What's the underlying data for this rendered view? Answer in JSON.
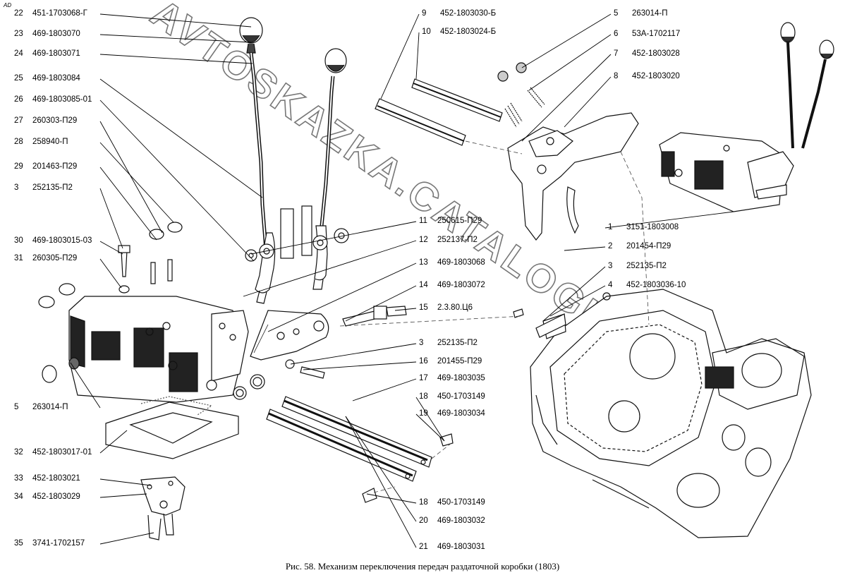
{
  "corner_mark": "AD",
  "caption": "Рис. 58. Механизм переключения передач раздаточной коробки (1803)",
  "watermark": "AVTOSKAZKA.CATALOGUE",
  "callouts_left": [
    {
      "num": "22",
      "part": "451-1703068-Г"
    },
    {
      "num": "23",
      "part": "469-1803070"
    },
    {
      "num": "24",
      "part": "469-1803071"
    },
    {
      "num": "25",
      "part": "469-1803084"
    },
    {
      "num": "26",
      "part": "469-1803085-01"
    },
    {
      "num": "27",
      "part": "260303-П29"
    },
    {
      "num": "28",
      "part": "258940-П"
    },
    {
      "num": "29",
      "part": "201463-П29"
    },
    {
      "num": "3",
      "part": "252135-П2"
    },
    {
      "num": "30",
      "part": "469-1803015-03"
    },
    {
      "num": "31",
      "part": "260305-П29"
    },
    {
      "num": "5",
      "part": "263014-П"
    },
    {
      "num": "32",
      "part": "452-1803017-01"
    },
    {
      "num": "33",
      "part": "452-1803021"
    },
    {
      "num": "34",
      "part": "452-1803029"
    },
    {
      "num": "35",
      "part": "3741-1702157"
    }
  ],
  "callouts_top_middle": [
    {
      "num": "9",
      "part": "452-1803030-Б"
    },
    {
      "num": "10",
      "part": "452-1803024-Б"
    }
  ],
  "callouts_top_right": [
    {
      "num": "5",
      "part": "263014-П"
    },
    {
      "num": "6",
      "part": "53А-1702117"
    },
    {
      "num": "7",
      "part": "452-1803028"
    },
    {
      "num": "8",
      "part": "452-1803020"
    }
  ],
  "callouts_center": [
    {
      "num": "11",
      "part": "250615-П29"
    },
    {
      "num": "12",
      "part": "252137-П2"
    },
    {
      "num": "13",
      "part": "469-1803068"
    },
    {
      "num": "14",
      "part": "469-1803072"
    },
    {
      "num": "15",
      "part": "2.3.80.Ц6"
    },
    {
      "num": "3",
      "part": "252135-П2"
    },
    {
      "num": "16",
      "part": "201455-П29"
    },
    {
      "num": "17",
      "part": "469-1803035"
    },
    {
      "num": "18",
      "part": "450-1703149"
    },
    {
      "num": "19",
      "part": "469-1803034"
    },
    {
      "num": "18",
      "part": "450-1703149"
    },
    {
      "num": "20",
      "part": "469-1803032"
    },
    {
      "num": "21",
      "part": "469-1803031"
    }
  ],
  "callouts_right": [
    {
      "num": "1",
      "part": "3151-1803008"
    },
    {
      "num": "2",
      "part": "201454-П29"
    },
    {
      "num": "3",
      "part": "252135-П2"
    },
    {
      "num": "4",
      "part": "452-1803036-10"
    }
  ]
}
